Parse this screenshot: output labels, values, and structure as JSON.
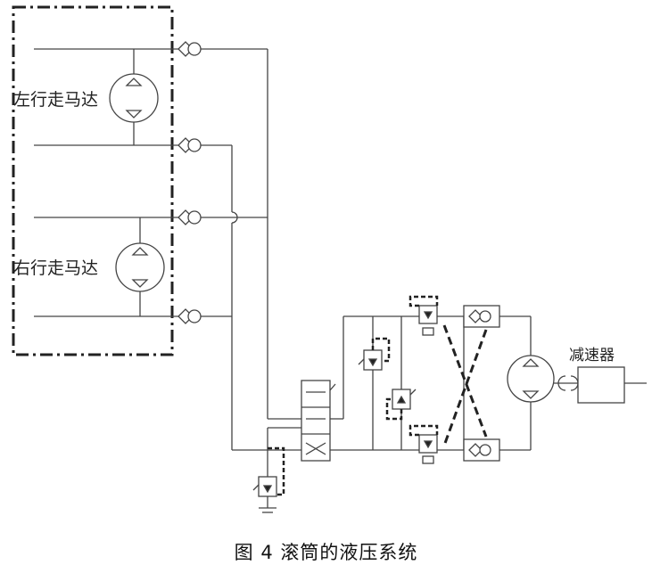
{
  "labels": {
    "left_motor": "左行走马达",
    "right_motor": "右行走马达",
    "reducer": "减速器"
  },
  "caption": "图 4   滚筒的液压系统"
}
